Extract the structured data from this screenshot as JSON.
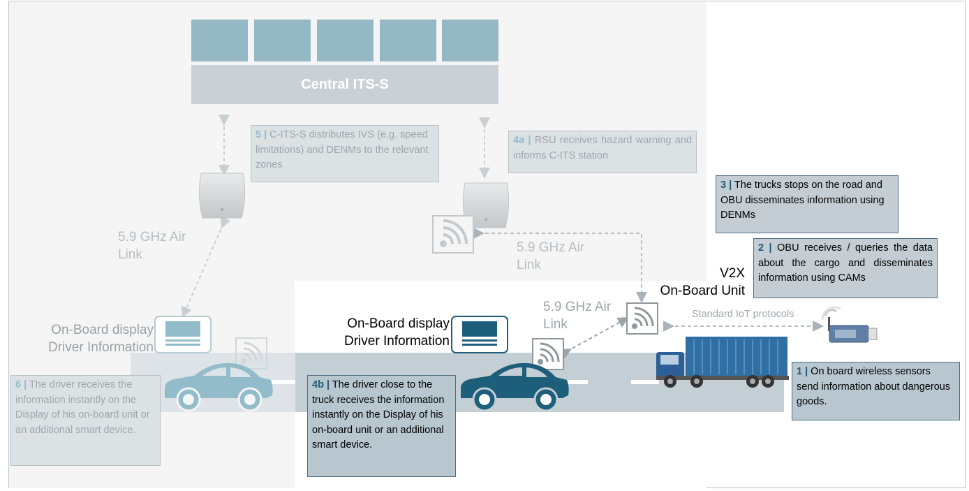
{
  "central": {
    "title": "Central ITS-S"
  },
  "notes": {
    "n5": {
      "num": "5 |",
      "text": " C-ITS-S distributes IVS (e.g. speed limitations) and DENMs to the relevant zones"
    },
    "n4a": {
      "num": "4a |",
      "text": " RSU receives hazard warning and informs C-ITS station"
    },
    "n3": {
      "num": "3 |",
      "text": " The trucks stops on the road and OBU disseminates information using DENMs"
    },
    "n2": {
      "num": "2 |",
      "text": " OBU receives / queries the data about the cargo and disseminates information using CAMs"
    },
    "n1": {
      "num": "1 |",
      "text": " On board wireless sensors send information about dangerous goods."
    },
    "n6": {
      "num": "6 |",
      "text": " The driver receives the information instantly on the Display of his on-board unit or an additional smart device."
    },
    "n4b": {
      "num": "4b |",
      "text": " The driver close to the truck receives the information instantly on the Display of his on-board unit or an additional smart device."
    }
  },
  "labels": {
    "airlink_left_1": "5.9 GHz Air",
    "airlink_left_2": "Link",
    "airlink_mid_1": "5.9 GHz Air",
    "airlink_mid_2": "Link",
    "airlink_right_1": "5.9 GHz Air",
    "airlink_right_2": "Link",
    "v2x_1": "V2X",
    "v2x_2": "On-Board Unit",
    "display_left_1": "On-Board display",
    "display_left_2": "Driver Information",
    "display_right_1": "On-Board display",
    "display_right_2": "Driver Information",
    "iot": "Standard IoT protocols"
  },
  "colors": {
    "accent_dark": "#1d5b78",
    "car_active": "#1d5e7a",
    "car_faded": "#93bccb",
    "server": "#94b8c4",
    "truck_container": "#2f6fa4"
  },
  "icons": [
    "server-block",
    "rsu-device",
    "wifi-signal-icon",
    "display-device",
    "car",
    "truck",
    "usb-sensor-dongle"
  ]
}
